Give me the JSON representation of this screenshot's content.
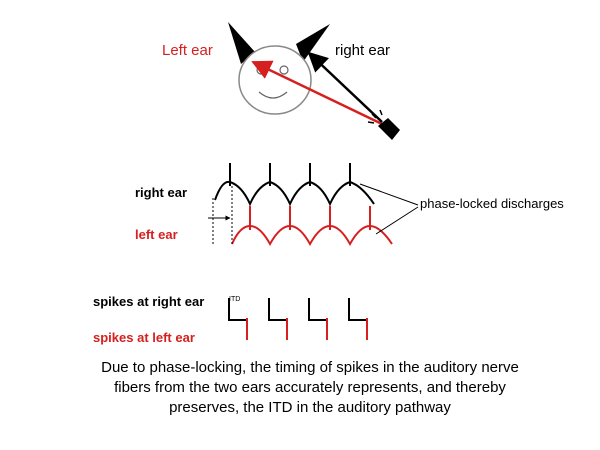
{
  "labels": {
    "left_ear": "Left ear",
    "right_ear": "right ear",
    "wave_right": "right ear",
    "wave_left": "left ear",
    "annotation": "phase-locked discharges",
    "spikes_right": "spikes at right ear",
    "spikes_left": "spikes at left ear",
    "itd": "ITD"
  },
  "caption": "Due to phase-locking, the timing of spikes in the auditory nerve fibers from the two ears accurately represents, and thereby preserves, the ITD in the auditory pathway",
  "colors": {
    "red": "#d62020",
    "black": "#000000"
  }
}
